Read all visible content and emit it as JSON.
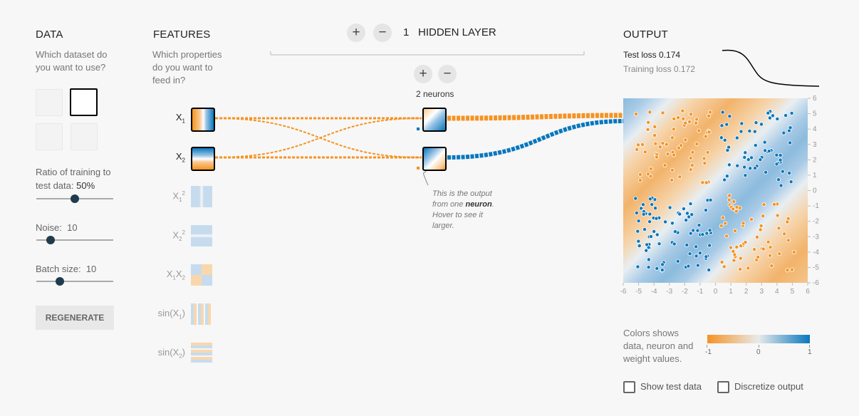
{
  "data_section": {
    "title": "DATA",
    "question_line1": "Which dataset do",
    "question_line2": "you want to use?",
    "ratio_label_line1": "Ratio of training to",
    "ratio_label_line2": "test data:",
    "ratio_value": "50%",
    "ratio_fraction": 0.5,
    "noise_label": "Noise:",
    "noise_value": "10",
    "batch_label": "Batch size:",
    "batch_value": "10",
    "regenerate": "REGENERATE"
  },
  "features_section": {
    "title": "FEATURES",
    "question_line1": "Which properties",
    "question_line2": "do you want to",
    "question_line3": "feed in?"
  },
  "network": {
    "layer_count": "1",
    "layer_label": "HIDDEN LAYER",
    "neurons_label": "2 neurons",
    "plus": "+",
    "minus": "−",
    "note_line1": "This is the output",
    "note_line2_pre": "from one ",
    "note_line2_bold": "neuron",
    "note_line2_post": ".",
    "note_line3": "Hover to see it",
    "note_line4": "larger."
  },
  "output": {
    "title": "OUTPUT",
    "test_loss": "Test loss 0.174",
    "training_loss": "Training loss 0.172",
    "axis_ticks": [
      "-6",
      "-5",
      "-4",
      "-3",
      "-2",
      "-1",
      "0",
      "1",
      "2",
      "3",
      "4",
      "5",
      "6"
    ],
    "legend_line1": "Colors shows",
    "legend_line2": "data, neuron and",
    "legend_line3": "weight values.",
    "legend_min": "-1",
    "legend_mid": "0",
    "legend_max": "1",
    "show_test": "Show test data",
    "discretize": "Discretize output"
  },
  "colors": {
    "orange": "#f59322",
    "blue": "#0877bd",
    "light_blue": "#c6dcee",
    "light_orange": "#f9d7ad"
  }
}
